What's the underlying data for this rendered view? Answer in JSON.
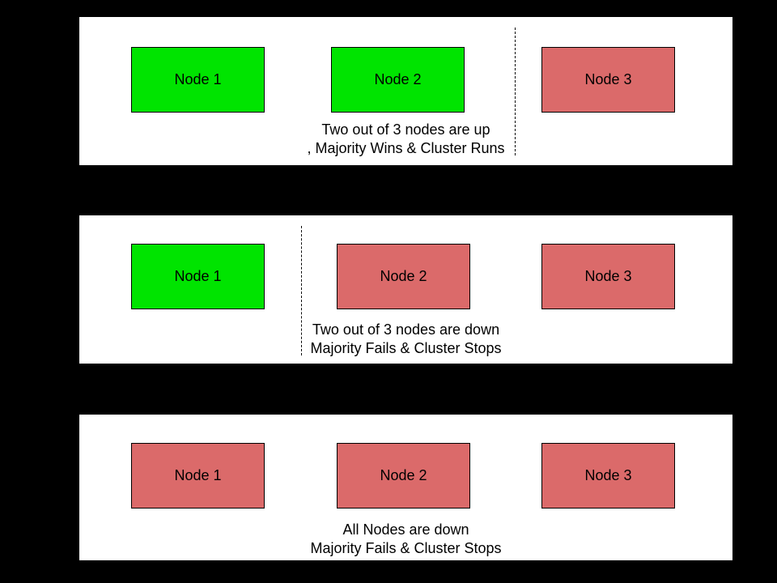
{
  "colors": {
    "background": "#000000",
    "panel_background": "#FFFFFF",
    "node_up": "#00E400",
    "node_down": "#DB6A6A",
    "border": "#000000",
    "text": "#000000"
  },
  "panels": [
    {
      "name": "two-nodes-up",
      "nodes": [
        {
          "label": "Node 1",
          "status": "up"
        },
        {
          "label": "Node 2",
          "status": "up"
        },
        {
          "label": "Node 3",
          "status": "down"
        }
      ],
      "divider": {
        "present": true,
        "position": "between Node 2 and Node 3"
      },
      "caption": {
        "line1": "Two out of 3 nodes are up",
        "line2": ", Majority Wins & Cluster Runs"
      }
    },
    {
      "name": "two-nodes-down",
      "nodes": [
        {
          "label": "Node 1",
          "status": "up"
        },
        {
          "label": "Node 2",
          "status": "down"
        },
        {
          "label": "Node 3",
          "status": "down"
        }
      ],
      "divider": {
        "present": true,
        "position": "between Node 1 and Node 2"
      },
      "caption": {
        "line1": "Two out of 3 nodes are down",
        "line2": "Majority Fails & Cluster Stops"
      }
    },
    {
      "name": "all-nodes-down",
      "nodes": [
        {
          "label": "Node 1",
          "status": "down"
        },
        {
          "label": "Node 2",
          "status": "down"
        },
        {
          "label": "Node 3",
          "status": "down"
        }
      ],
      "divider": {
        "present": false,
        "position": ""
      },
      "caption": {
        "line1": "All Nodes are down",
        "line2": "Majority Fails & Cluster Stops"
      }
    }
  ]
}
